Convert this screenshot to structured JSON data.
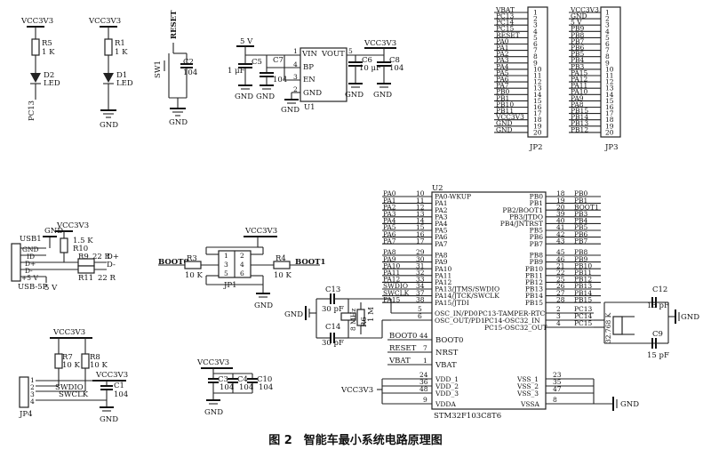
{
  "caption": "图 2　智能车最小系统电路原理图",
  "led_block": {
    "vcc": "VCC3V3",
    "r5": [
      "R5",
      "1 K"
    ],
    "r1": [
      "R1",
      "1 K"
    ],
    "d2": [
      "D2",
      "LED"
    ],
    "d1": [
      "D1",
      "LED"
    ],
    "pc13": "PC13",
    "gnd": "GND"
  },
  "reset_block": {
    "reset": "RESET",
    "sw": "SW1",
    "c2": [
      "C2",
      "104"
    ],
    "gnd": "GND"
  },
  "regulator": {
    "v5": "5 V",
    "vcc": "VCC3V3",
    "u1": "U1",
    "pins_left": [
      {
        "num": "1",
        "name": "VIN"
      },
      {
        "num": "4",
        "name": "BP"
      },
      {
        "num": "3",
        "name": "EN"
      },
      {
        "num": "2",
        "name": "GND"
      }
    ],
    "pin_right": {
      "num": "5",
      "name": "VOUT"
    },
    "c5": [
      "C5",
      "1 μF"
    ],
    "c7": [
      "C7",
      "104"
    ],
    "c6": [
      "C6",
      "10 μF"
    ],
    "c8": [
      "C8",
      "104"
    ],
    "gnd": "GND"
  },
  "jp2": {
    "name": "JP2",
    "labels": [
      "VBAT",
      "PC13",
      "PC14",
      "PC15",
      "RESET",
      "PA0",
      "PA1",
      "PA2",
      "PA3",
      "PA4",
      "PA5",
      "PA6",
      "PA7",
      "PB0",
      "PB1",
      "PB10",
      "PB11",
      "VCC3V3",
      "GND",
      "GND"
    ]
  },
  "jp3": {
    "name": "JP3",
    "labels": [
      "VCC3V3",
      "GND",
      "5 V",
      "PB9",
      "PB8",
      "PB7",
      "PB6",
      "PB5",
      "PB4",
      "PB3",
      "PA15",
      "PA12",
      "PA11",
      "PA10",
      "PA9",
      "PA8",
      "PB15",
      "PB14",
      "PB13",
      "PB12"
    ]
  },
  "usb": {
    "name": "USB1",
    "part": "USB-5P",
    "pins": [
      "GND",
      "ID",
      "D+",
      "D-",
      "+5 V"
    ],
    "vcc": "VCC3V3",
    "gnd": "GND",
    "r10": [
      "1.5 K",
      "R10"
    ],
    "r9": [
      "R9",
      "22 R"
    ],
    "r11": [
      "R11",
      "22 R"
    ],
    "dp": "D+",
    "dm": "D-",
    "v5": "5 V"
  },
  "boot_block": {
    "vcc": "VCC3V3",
    "boot0": "BOOT0",
    "boot1": "BOOT1",
    "r3": [
      "R3",
      "10 K"
    ],
    "r4": [
      "R4",
      "10 K"
    ],
    "jp1": "JP1",
    "pins_left": [
      "1",
      "3",
      "5"
    ],
    "pins_right": [
      "2",
      "4",
      "6"
    ],
    "gnd": "GND"
  },
  "swd_block": {
    "vcc": "VCC3V3",
    "r7": [
      "R7",
      "10 K"
    ],
    "r8": [
      "R8",
      "10 K"
    ],
    "vcc2": "VCC3V3",
    "c1": [
      "C1",
      "104"
    ],
    "jp4": "JP4",
    "pins": [
      "1",
      "2",
      "3",
      "4"
    ],
    "swdio": "SWDIO",
    "swclk": "SWCLK",
    "gnd": "GND"
  },
  "decouple": {
    "vcc": "VCC3V3",
    "c3": [
      "C3",
      "104"
    ],
    "c4": [
      "C4",
      "104"
    ],
    "c10": [
      "C10",
      "104"
    ],
    "gnd": "GND"
  },
  "mcu": {
    "name": "U2",
    "part": "STM32F103C8T6",
    "left_pins": [
      {
        "net": "PA0",
        "num": "10",
        "name": "PA0-WKUP"
      },
      {
        "net": "PA1",
        "num": "11",
        "name": "PA1"
      },
      {
        "net": "PA2",
        "num": "12",
        "name": "PA2"
      },
      {
        "net": "PA3",
        "num": "13",
        "name": "PA3"
      },
      {
        "net": "PA4",
        "num": "14",
        "name": "PA4"
      },
      {
        "net": "PA5",
        "num": "15",
        "name": "PA5"
      },
      {
        "net": "PA6",
        "num": "16",
        "name": "PA6"
      },
      {
        "net": "PA7",
        "num": "17",
        "name": "PA7"
      },
      {
        "net": "PA8",
        "num": "29",
        "name": "PA8"
      },
      {
        "net": "PA9",
        "num": "30",
        "name": "PA9"
      },
      {
        "net": "PA10",
        "num": "31",
        "name": "PA10"
      },
      {
        "net": "PA11",
        "num": "32",
        "name": "PA11"
      },
      {
        "net": "PA12",
        "num": "33",
        "name": "PA12"
      },
      {
        "net": "SWDIO",
        "num": "34",
        "name": "PA13/JTMS/SWDIO"
      },
      {
        "net": "SWCLK",
        "num": "37",
        "name": "PA14/JTCK/SWCLK"
      },
      {
        "net": "PA15",
        "num": "38",
        "name": "PA15/JTDI"
      }
    ],
    "right_pins": [
      {
        "net": "PB0",
        "num": "18",
        "name": "PB0"
      },
      {
        "net": "PB1",
        "num": "19",
        "name": "PB1"
      },
      {
        "net": "BOOT1",
        "num": "20",
        "name": "PB2/BOOT1"
      },
      {
        "net": "PB3",
        "num": "39",
        "name": "PB3/JTDO"
      },
      {
        "net": "PB4",
        "num": "40",
        "name": "PB4/JNTRST"
      },
      {
        "net": "PB5",
        "num": "41",
        "name": "PB5"
      },
      {
        "net": "PB6",
        "num": "42",
        "name": "PB6"
      },
      {
        "net": "PB7",
        "num": "43",
        "name": "PB7"
      },
      {
        "net": "PB8",
        "num": "45",
        "name": "PB8"
      },
      {
        "net": "PB9",
        "num": "46",
        "name": "PB9"
      },
      {
        "net": "PB10",
        "num": "21",
        "name": "PB10"
      },
      {
        "net": "PB11",
        "num": "22",
        "name": "PB11"
      },
      {
        "net": "PB12",
        "num": "25",
        "name": "PB12"
      },
      {
        "net": "PB13",
        "num": "26",
        "name": "PB13"
      },
      {
        "net": "PB14",
        "num": "27",
        "name": "PB14"
      },
      {
        "net": "PB15",
        "num": "28",
        "name": "PB15"
      }
    ],
    "osc_left": [
      {
        "num": "5",
        "name": "OSC_IN/PD0"
      },
      {
        "num": "6",
        "name": "OSC_OUT/PD1"
      }
    ],
    "rtc_right": [
      {
        "num": "2",
        "name": "PC13-TAMPER-RTC",
        "net": "PC13"
      },
      {
        "num": "3",
        "name": "PC14-OSC32_IN",
        "net": "PC14"
      },
      {
        "num": "4",
        "name": "PC15-OSC32_OUT",
        "net": "PC15"
      }
    ],
    "ctrl_left": [
      {
        "net": "BOOT0",
        "num": "44",
        "name": "BOOT0"
      },
      {
        "net": "RESET",
        "num": "7",
        "name": "NRST"
      },
      {
        "net": "VBAT",
        "num": "1",
        "name": "VBAT"
      }
    ],
    "vdd_left": [
      {
        "num": "24",
        "name": "VDD_1"
      },
      {
        "num": "36",
        "name": "VDD_2"
      },
      {
        "num": "48",
        "name": "VDD_3"
      },
      {
        "num": "9",
        "name": "VDDA"
      }
    ],
    "vss_right": [
      {
        "num": "23",
        "name": "VSS_1"
      },
      {
        "num": "35",
        "name": "VSS_2"
      },
      {
        "num": "47",
        "name": "VSS_3"
      },
      {
        "num": "8",
        "name": "VSSA"
      }
    ],
    "vcc_in": "VCC3V3",
    "gnd": "GND"
  },
  "crystal_main": {
    "c13": [
      "C13",
      "30 pF"
    ],
    "c14": [
      "C14",
      "30 pF"
    ],
    "y": [
      "8 MHz"
    ],
    "r6": [
      "R6",
      "1 M"
    ],
    "gnd": "GND"
  },
  "crystal_rtc": {
    "c12": [
      "C12",
      "15 pF"
    ],
    "c9": [
      "C9",
      "15 pF"
    ],
    "y": "32.768 K",
    "gnd": "GND"
  }
}
